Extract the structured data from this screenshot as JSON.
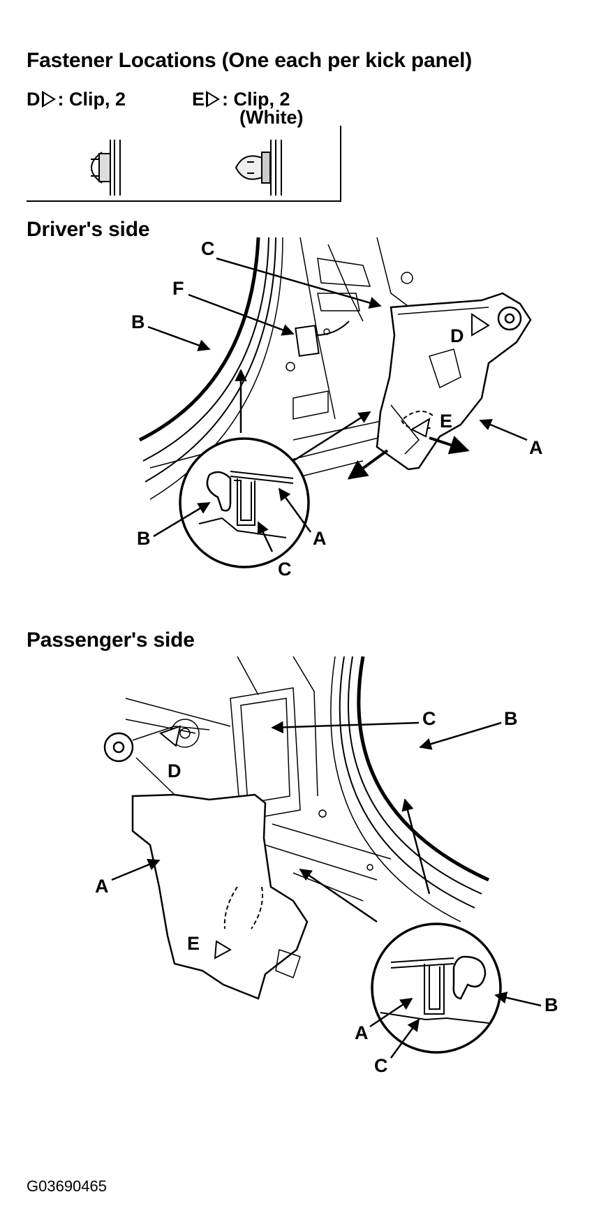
{
  "title": "Fastener Locations (One each per kick panel)",
  "legend": {
    "d_letter": "D",
    "d_text": ": Clip, 2",
    "e_letter": "E",
    "e_text": ": Clip, 2",
    "e_note": "(White)"
  },
  "drivers_side": {
    "heading": "Driver's side",
    "labels": {
      "a": "A",
      "b": "B",
      "c": "C",
      "d": "D",
      "e": "E",
      "f": "F"
    },
    "inset_labels": {
      "a": "A",
      "b": "B",
      "c": "C"
    }
  },
  "passengers_side": {
    "heading": "Passenger's side",
    "labels": {
      "a": "A",
      "b": "B",
      "c": "C",
      "d": "D",
      "e": "E"
    },
    "inset_labels": {
      "a": "A",
      "b": "B",
      "c": "C"
    }
  },
  "figure_code": "G03690465"
}
